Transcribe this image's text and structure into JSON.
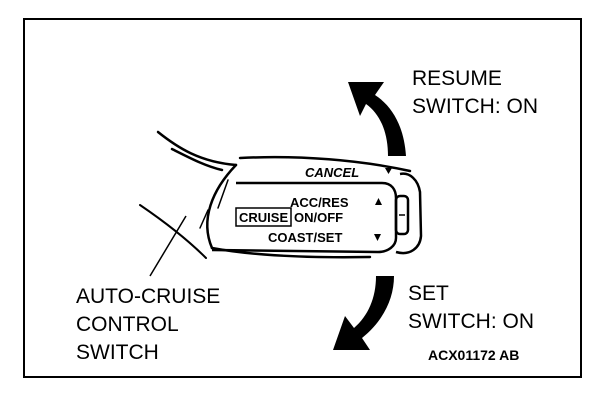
{
  "labels": {
    "resume_line1": "RESUME",
    "resume_line2": "SWITCH: ON",
    "set_line1": "SET",
    "set_line2": "SWITCH: ON",
    "auto_line1": "AUTO-CRUISE",
    "auto_line2": "CONTROL",
    "auto_line3": "SWITCH",
    "figure_code": "ACX01172 AB"
  },
  "switch_face": {
    "cancel": "CANCEL",
    "acc_res": "ACC/RES",
    "cruise": "CRUISE",
    "on_off": "ON/OFF",
    "coast_set": "COAST/SET"
  },
  "colors": {
    "ink": "#000000",
    "background": "#ffffff"
  }
}
